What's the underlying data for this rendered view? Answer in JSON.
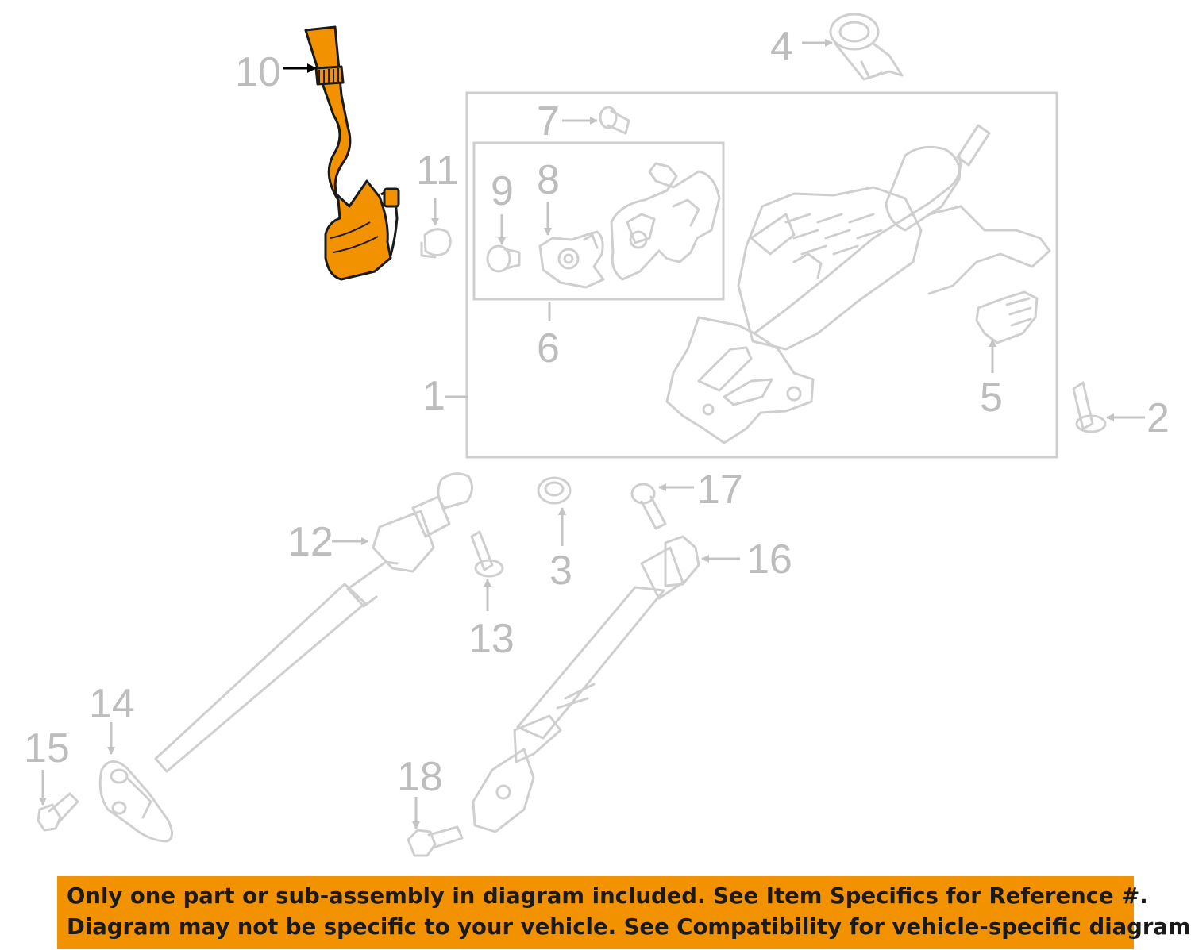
{
  "callouts": {
    "c1": "1",
    "c2": "2",
    "c3": "3",
    "c4": "4",
    "c5": "5",
    "c6": "6",
    "c7": "7",
    "c8": "8",
    "c9": "9",
    "c10": "10",
    "c11": "11",
    "c12": "12",
    "c13": "13",
    "c14": "14",
    "c15": "15",
    "c16": "16",
    "c17": "17",
    "c18": "18"
  },
  "highlight": {
    "part": "10",
    "color": "#f39200",
    "outline": "#1a1a1a"
  },
  "banner": {
    "line1": "Only one part or sub-assembly in diagram included. See Item Specifics for Reference #.",
    "line2": "Diagram may not be specific to your vehicle. See Compatibility for vehicle-specific diagrams.",
    "background": "#f39200"
  }
}
